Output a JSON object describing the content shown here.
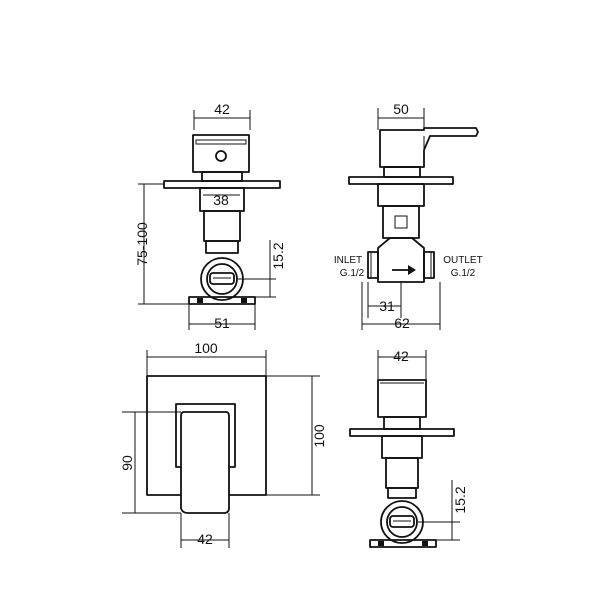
{
  "views": {
    "front": {
      "top_width": "42",
      "plate_width": "38",
      "depth_range": "75-100",
      "offset": "15.2",
      "base_width": "51"
    },
    "side": {
      "top_width": "50",
      "inlet_label": "INLET",
      "inlet_thread": "G.1/2",
      "outlet_label": "OUTLET",
      "outlet_thread": "G.1/2",
      "inlet_offset": "31",
      "body_width": "62"
    },
    "faceplate": {
      "width": "100",
      "height": "100",
      "handle_height": "90",
      "handle_width": "42"
    },
    "back": {
      "top_width": "42",
      "offset": "15.2"
    }
  }
}
